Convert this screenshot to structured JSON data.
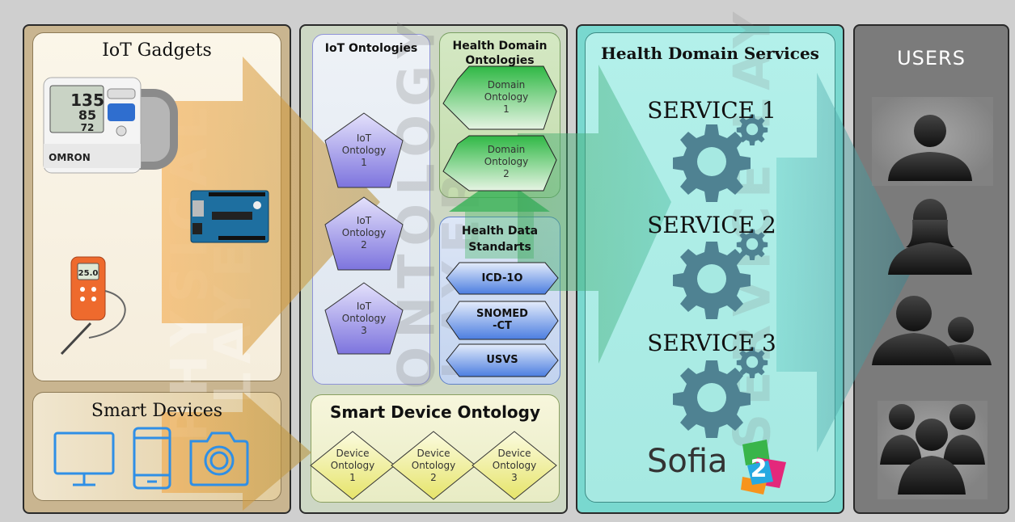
{
  "physical": {
    "iot_gadgets_title": "IoT Gadgets",
    "smart_devices_title": "Smart Devices",
    "layer_word": "PHYSICAL",
    "layer_word2": "LAYER"
  },
  "ontology": {
    "layer_word": "ONTOLOGY",
    "layer_word2": "LAYER",
    "iot_title": "IoT Ontologies",
    "iot_items": [
      {
        "line1": "IoT",
        "line2": "Ontology",
        "line3": "1"
      },
      {
        "line1": "IoT",
        "line2": "Ontology",
        "line3": "2"
      },
      {
        "line1": "IoT",
        "line2": "Ontology",
        "line3": "3"
      }
    ],
    "health_domain_title_1": "Health Domain",
    "health_domain_title_2": "Ontologies",
    "domain_items": [
      {
        "line1": "Domain",
        "line2": "Ontology",
        "line3": "1"
      },
      {
        "line1": "Domain",
        "line2": "Ontology",
        "line3": "2"
      }
    ],
    "standards_title_1": "Health Data",
    "standards_title_2": "Standarts",
    "standards": [
      {
        "line1": "ICD-1O",
        "line2": ""
      },
      {
        "line1": "SNOMED",
        "line2": "-CT"
      },
      {
        "line1": "USVS",
        "line2": ""
      }
    ],
    "smart_device_title": "Smart Device Ontology",
    "device_items": [
      {
        "line1": "Device",
        "line2": "Ontology",
        "line3": "1"
      },
      {
        "line1": "Device",
        "line2": "Ontology",
        "line3": "2"
      },
      {
        "line1": "Device",
        "line2": "Ontology",
        "line3": "3"
      }
    ]
  },
  "service": {
    "title": "Health Domain Services",
    "layer_word": "SERVICE LAYER",
    "services": [
      "SERVICE 1",
      "SERVICE 2",
      "SERVICE 3"
    ],
    "logo_word": "Sofia",
    "logo_number": "2"
  },
  "users": {
    "title": "USERS"
  },
  "device_readouts": {
    "bp_top": "135",
    "bp_mid": "85",
    "bp_low": "72",
    "bp_brand": "OMRON",
    "meter": "25.0"
  },
  "colors": {
    "gear": "#4f8292",
    "device_icon": "#2f8fe6",
    "iot_pent": "#8f88e0",
    "domain_hex": "#4cc85a",
    "std_hex": "#5a86e6",
    "device_dia": "#f0ee8a"
  }
}
